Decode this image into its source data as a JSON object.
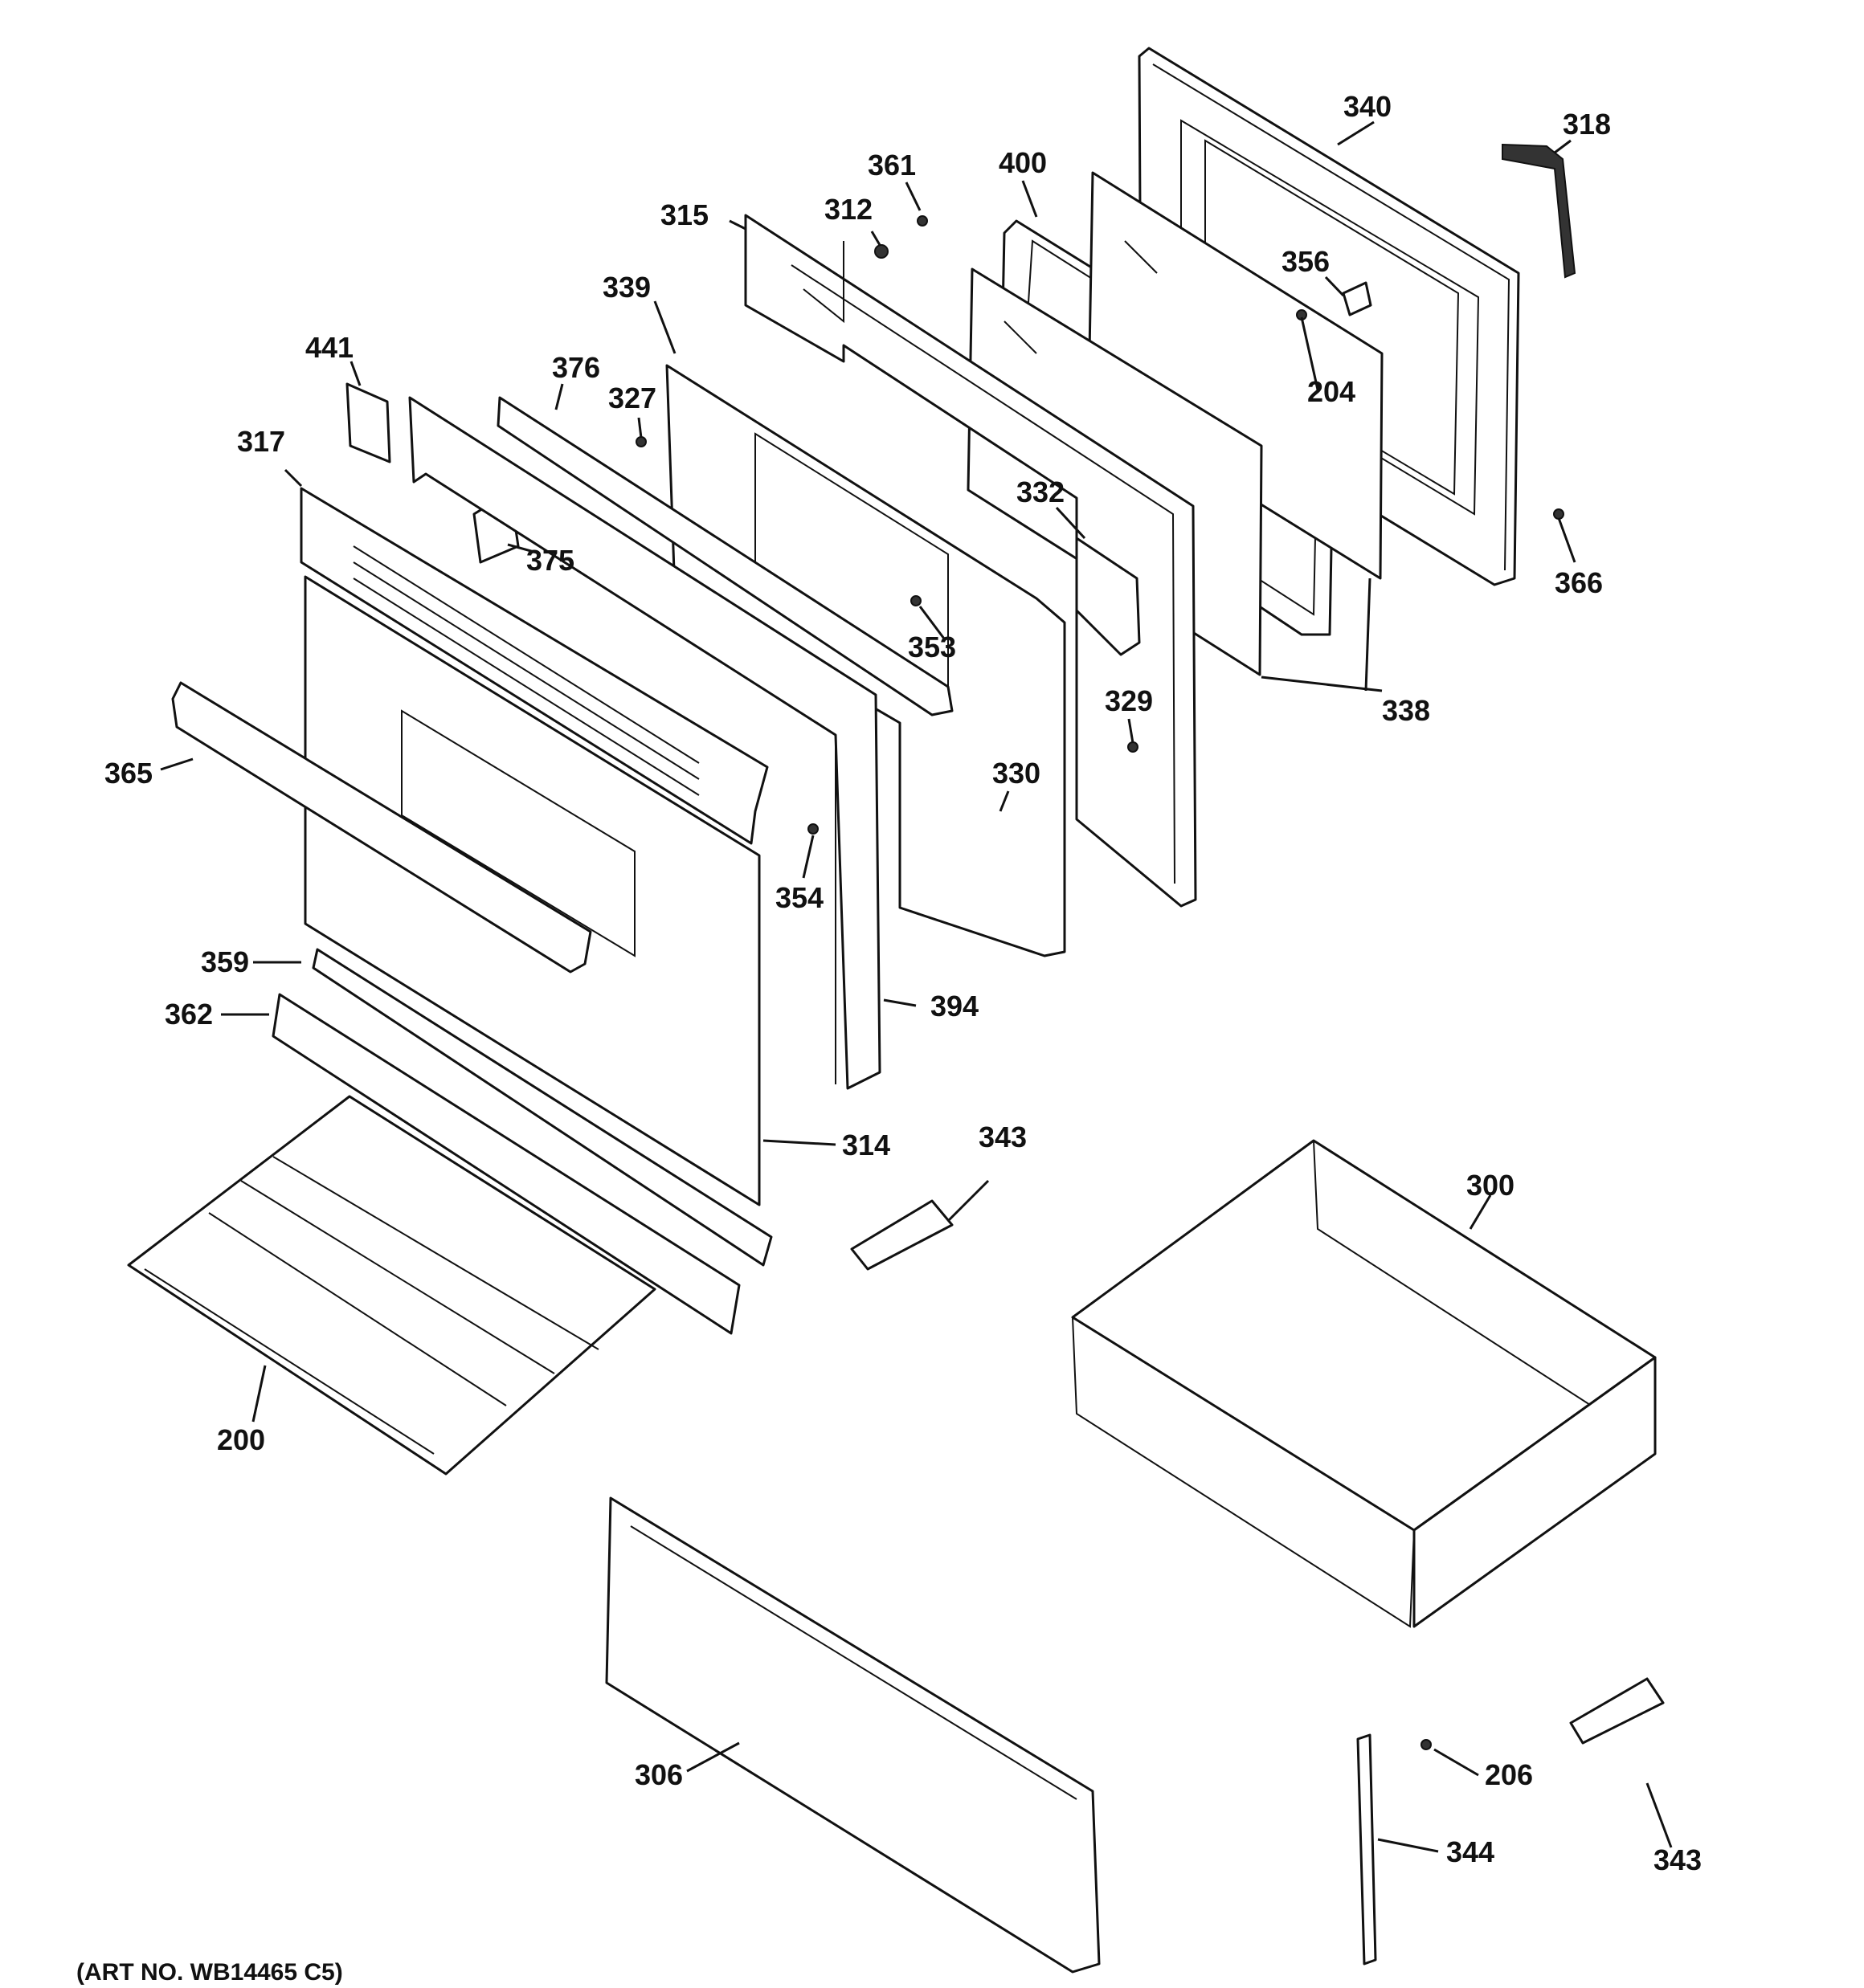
{
  "diagram": {
    "labels": {
      "p340": "340",
      "p318": "318",
      "p361": "361",
      "p400": "400",
      "p312": "312",
      "p315": "315",
      "p356": "356",
      "p339": "339",
      "p204": "204",
      "p441": "441",
      "p376": "376",
      "p327": "327",
      "p317": "317",
      "p332": "332",
      "p375": "375",
      "p366": "366",
      "p353": "353",
      "p338": "338",
      "p329": "329",
      "p365": "365",
      "p330": "330",
      "p354": "354",
      "p359": "359",
      "p394": "394",
      "p362": "362",
      "p343a": "343",
      "p314": "314",
      "p300": "300",
      "p200": "200",
      "p306": "306",
      "p206": "206",
      "p343b": "343",
      "p344": "344"
    },
    "art_number": "(ART NO. WB14465 C5)"
  }
}
